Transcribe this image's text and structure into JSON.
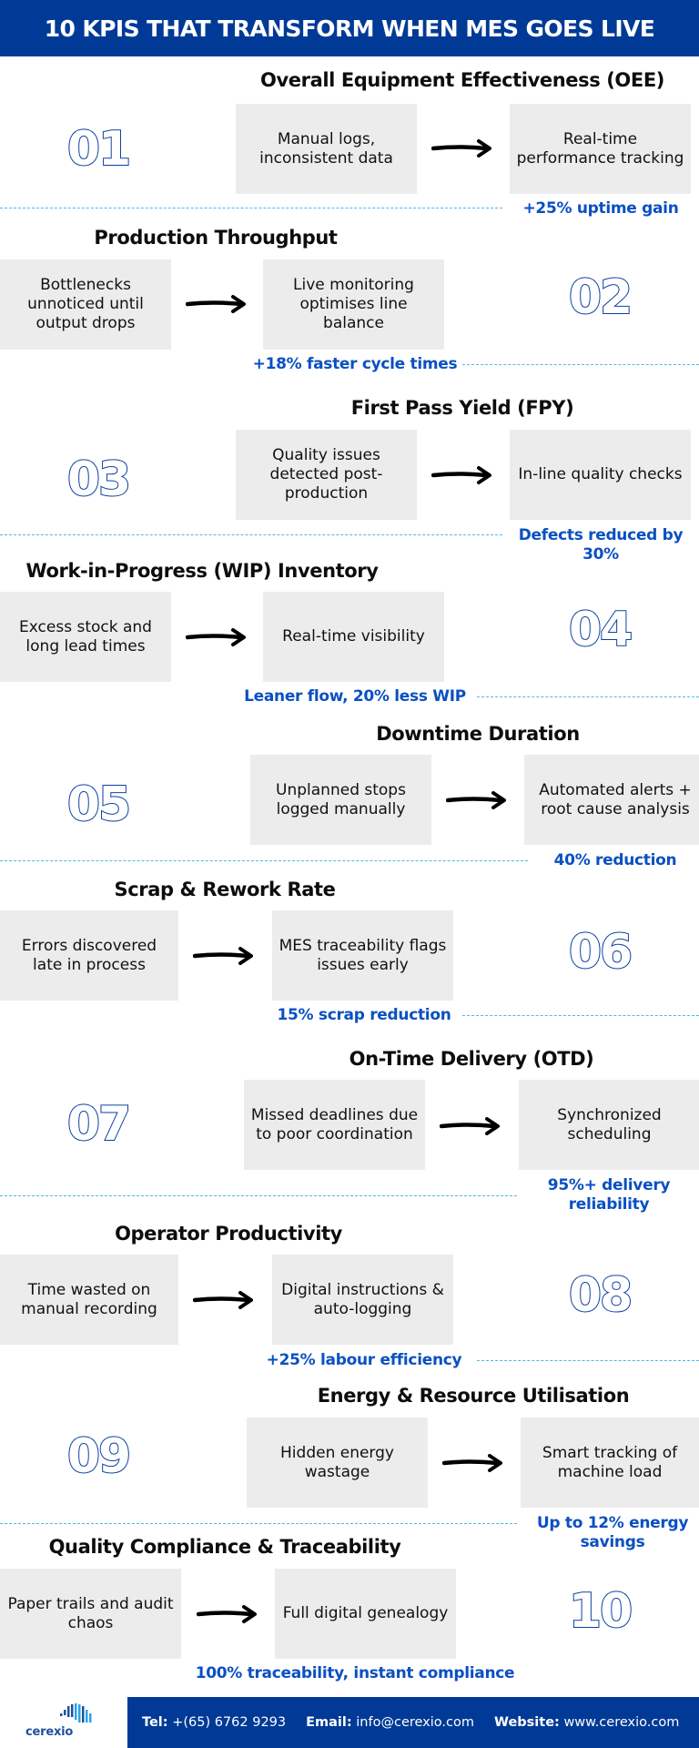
{
  "header": {
    "title": "10 KPIS THAT TRANSFORM WHEN MES GOES LIVE"
  },
  "colors": {
    "brand_blue": "#003a96",
    "accent_blue": "#0a50c2",
    "dash_blue": "#4fb6ef",
    "box_gray": "#ececec"
  },
  "kpis": [
    {
      "number": "01",
      "title": "Overall Equipment Effectiveness (OEE)",
      "before": "Manual logs, inconsistent data",
      "after": "Real-time performance tracking",
      "result": "+25% uptime gain"
    },
    {
      "number": "02",
      "title": "Production Throughput",
      "before": "Bottlenecks unnoticed until output drops",
      "after": "Live monitoring optimises line balance",
      "result": "+18% faster cycle times"
    },
    {
      "number": "03",
      "title": "First Pass Yield (FPY)",
      "before": "Quality issues detected post-production",
      "after": "In-line quality checks",
      "result": "Defects reduced by 30%"
    },
    {
      "number": "04",
      "title": "Work-in-Progress (WIP) Inventory",
      "before": "Excess stock and long lead times",
      "after": "Real-time visibility",
      "result": "Leaner flow, 20% less WIP"
    },
    {
      "number": "05",
      "title": "Downtime Duration",
      "before": "Unplanned stops logged manually",
      "after": "Automated alerts + root cause analysis",
      "result": "40% reduction"
    },
    {
      "number": "06",
      "title": "Scrap & Rework Rate",
      "before": "Errors discovered late in process",
      "after": "MES traceability flags issues early",
      "result": "15% scrap reduction"
    },
    {
      "number": "07",
      "title": "On-Time Delivery (OTD)",
      "before": "Missed deadlines due to poor coordination",
      "after": "Synchronized scheduling",
      "result": "95%+ delivery reliability"
    },
    {
      "number": "08",
      "title": "Operator Productivity",
      "before": "Time wasted on manual recording",
      "after": "Digital instructions & auto-logging",
      "result": "+25% labour efficiency"
    },
    {
      "number": "09",
      "title": "Energy & Resource Utilisation",
      "before": "Hidden energy wastage",
      "after": "Smart tracking of machine load",
      "result": "Up to 12% energy savings"
    },
    {
      "number": "10",
      "title": "Quality Compliance & Traceability",
      "before": "Paper trails and audit chaos",
      "after": "Full digital genealogy",
      "result": "100% traceability, instant compliance"
    }
  ],
  "footer": {
    "logo_text": "cerexio",
    "tel_label": "Tel:",
    "tel_value": "+(65) 6762 9293",
    "email_label": "Email:",
    "email_value": "info@cerexio.com",
    "website_label": "Website:",
    "website_value": "www.cerexio.com"
  }
}
